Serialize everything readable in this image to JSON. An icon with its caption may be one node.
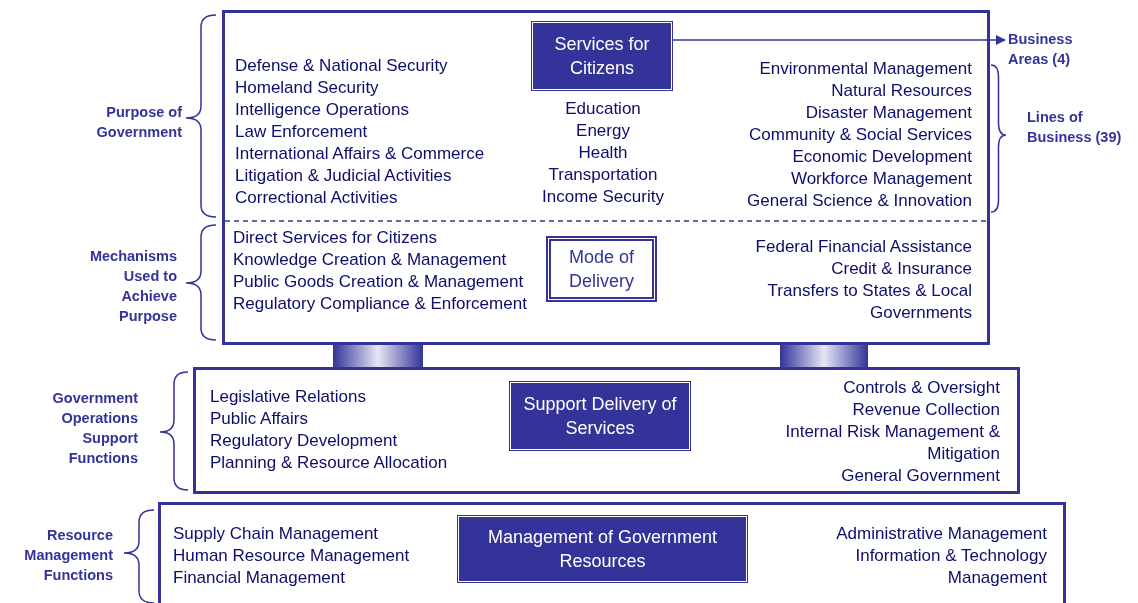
{
  "diagram": {
    "nodes": [
      {
        "text": [
          "Defense & National Security",
          "Homeland Security",
          "Intelligence Operations",
          "Law Enforcement",
          "International Affairs & Commerce",
          "Litigation & Judicial Activities",
          "Correctional Activities",
          "Education",
          "Energy",
          "Health",
          "Transportation",
          "Income Security",
          "Environmental Management",
          "Natural Resources",
          "Disaster Management",
          "Community & Social Services",
          "Economic Development",
          "Workforce Management",
          "General Science & Innovation",
          "Direct Services for Citizens",
          "Knowledge Creation & Management",
          "Public Goods Creation & Management",
          "Regulatory Compliance & Enforcement",
          "Federal Financial Assistance",
          "Credit & Insurance",
          "Transfers to States & Local Governments"
        ]
      },
      {
        "text": [
          "Services for Citizens"
        ],
        "in": 0
      },
      {
        "text": [
          "Mode of Delivery"
        ],
        "in": 0
      },
      {
        "text": [
          "Business Areas (4)"
        ]
      },
      {
        "text": [],
        "shape": "bar"
      },
      {
        "text": [],
        "shape": "bar"
      },
      {
        "text": [
          "Legislative Relations",
          "Public Affairs",
          "Regulatory Development",
          "Planning & Resource Allocation",
          "Controls & Oversight",
          "Revenue Collection",
          "Internal Risk Management & Mitigation",
          "General Government"
        ]
      },
      {
        "text": [
          "Support Delivery of Services"
        ],
        "in": 6
      },
      {
        "text": [
          "Supply Chain Management",
          "Human Resource Management",
          "Financial Management",
          "Administrative Management",
          "Information & Technology Management"
        ]
      },
      {
        "text": [
          "Management of Government Resources"
        ],
        "in": 8
      }
    ],
    "edges": [
      {
        "from": 1,
        "to": 3,
        "arrow": "to"
      }
    ],
    "labels": [
      "Purpose of Government",
      "Lines of Business (39)",
      "Mechanisms Used to Achieve Purpose",
      "Government Operations Support Functions",
      "Resource Management Functions"
    ]
  }
}
